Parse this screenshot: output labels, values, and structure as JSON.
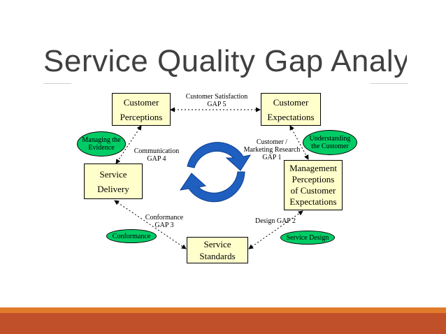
{
  "slide": {
    "title": "Service Quality Gap Analysis"
  },
  "boxes": {
    "customer_perceptions": [
      "Customer",
      "Perceptions"
    ],
    "customer_expectations": [
      "Customer",
      "Expectations"
    ],
    "service_delivery": [
      "Service",
      "Delivery"
    ],
    "management_perceptions": [
      "Management",
      "Perceptions",
      "of Customer",
      "Expectations"
    ],
    "service_standards": [
      "Service",
      "Standards"
    ]
  },
  "gaps": {
    "gap5": [
      "Customer Satisfaction",
      "GAP 5"
    ],
    "gap4": [
      "Communication",
      "GAP 4"
    ],
    "gap1": [
      "Customer /",
      "Marketing Research",
      "GAP 1"
    ],
    "gap3": [
      "Conformance",
      "GAP 3"
    ],
    "gap2": [
      "Design GAP 2"
    ]
  },
  "ovals": {
    "managing_evidence": [
      "Managing the",
      "Evidence"
    ],
    "understanding_customer": [
      "Understanding",
      "the Customer"
    ],
    "conformance": [
      "Conformance"
    ],
    "service_design": [
      "Service Design"
    ]
  },
  "colors": {
    "box_fill": "#ffffcc",
    "oval_fill": "#00cc66",
    "cycle_arrow": "#1f5fbf",
    "footer_orange": "#e07b2a",
    "footer_red": "#c0502a"
  },
  "icons": {
    "center": "cycle-arrows-icon"
  }
}
